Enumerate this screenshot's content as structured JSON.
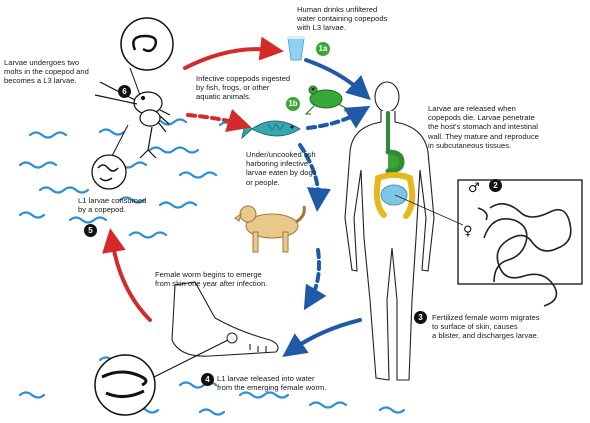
{
  "steps": {
    "s1a": {
      "badge": "1a",
      "text": "Human drinks unfiltered\nwater containing copepods\nwith L3 larvae."
    },
    "s1b": {
      "badge": "1b",
      "text": "Infective copepods ingested\nby fish, frogs, or other\naquatic animals."
    },
    "s2": {
      "badge": "2",
      "text": "Larvae are released when\ncopepods die. Larvae penetrate\nthe host's stomach and intestinal\nwall.  They mature and reproduce\nin subcutaneous tissues."
    },
    "s3": {
      "badge": "3",
      "text": "Fertilized female worm migrates\nto surface of skin, causes\na blister, and discharges larvae."
    },
    "s4": {
      "badge": "4",
      "text": "L1 larvae released into water\nfrom the emerging female worm."
    },
    "s5": {
      "badge": "5",
      "text": "L1 larvae consumed\nby a copepod."
    },
    "s6": {
      "badge": "6",
      "text": "Larvae undergoes two\nmolts in the copepod and\nbecomes a L3 larvae."
    }
  },
  "notes": {
    "fish_text": "Under/uncooked fish\nharboring infective\nlarvae eaten by dogs\nor people.",
    "emerge_text": "Female worm begins to emerge\nfrom skin one year after infection."
  },
  "symbols": {
    "male": "♂",
    "female": "♀"
  },
  "colors": {
    "red_arrow": "#d42a2a",
    "blue_arrow": "#1e5aa8",
    "green_badge": "#3aa535",
    "water": "#2b8fd6"
  }
}
